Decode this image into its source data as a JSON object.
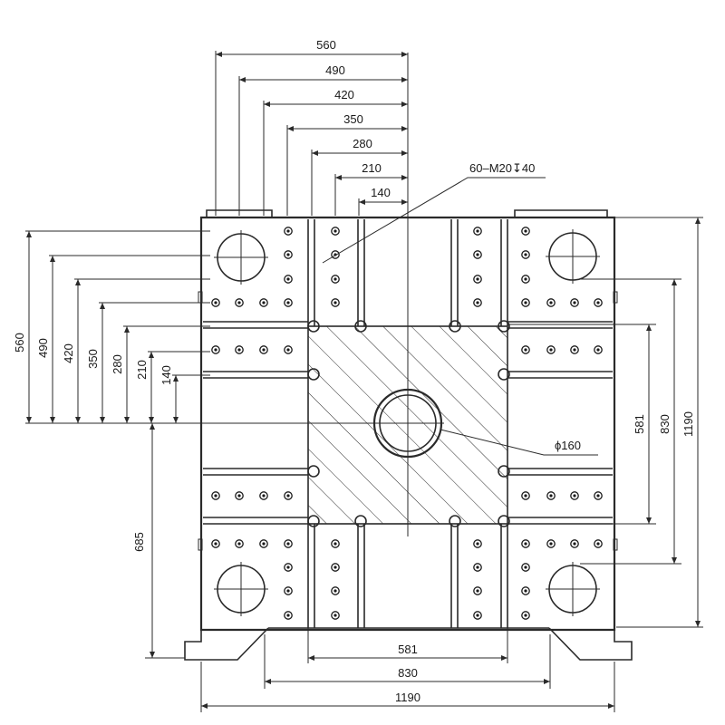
{
  "drawing": {
    "top_dims": [
      "560",
      "490",
      "420",
      "350",
      "280",
      "210",
      "140"
    ],
    "left_dims": [
      "560",
      "490",
      "420",
      "350",
      "280",
      "210",
      "140"
    ],
    "left_lower_dim": "685",
    "right_dims": [
      "581",
      "830",
      "1190"
    ],
    "bottom_dims": [
      "581",
      "830",
      "1190"
    ],
    "thread_callout": "60–M20↧40",
    "center_hole_callout": "ϕ160",
    "colors": {
      "line": "#2a2a2a",
      "background": "#ffffff"
    }
  }
}
